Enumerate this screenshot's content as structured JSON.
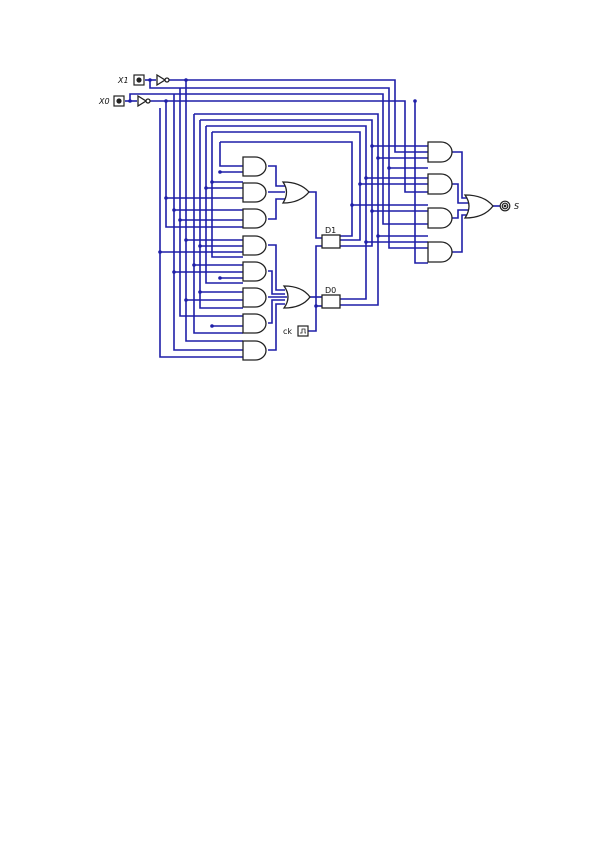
{
  "inputs": [
    {
      "label": "X1"
    },
    {
      "label": "X0"
    }
  ],
  "output": {
    "label": "S"
  },
  "flipflops": [
    {
      "label": "D1"
    },
    {
      "label": "D0"
    }
  ],
  "clock": {
    "label": "ck"
  }
}
